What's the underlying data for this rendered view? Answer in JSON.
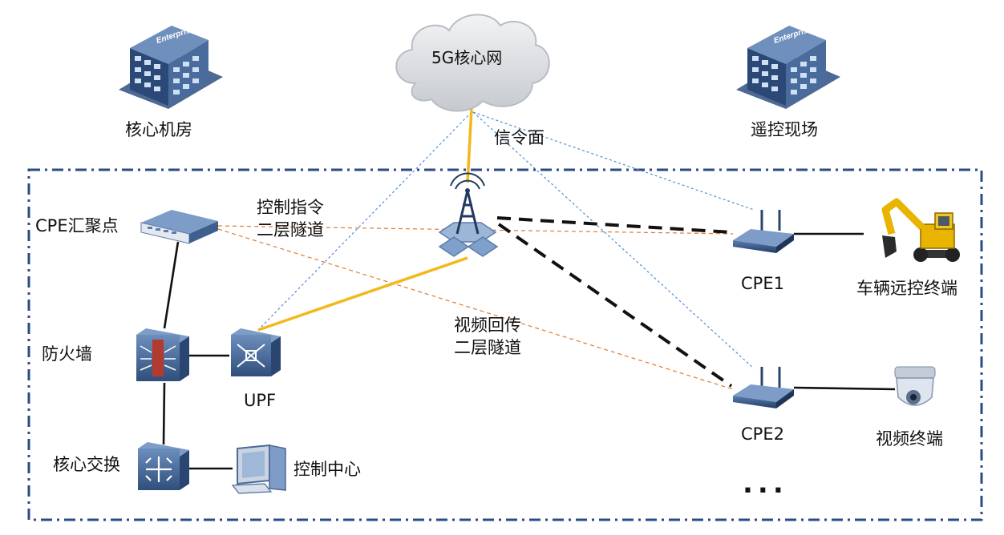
{
  "diagram": {
    "cloud_label": "5G核心网",
    "sites": {
      "core_room": "核心机房",
      "remote_site": "遥控现场"
    },
    "building_badge": "Enterprise",
    "link_labels": {
      "signaling_plane": "信令面",
      "control_tunnel": "控制指令\n二层隧道",
      "video_tunnel": "视频回传\n二层隧道"
    },
    "devices": {
      "cpe_aggregation": "CPE汇聚点",
      "firewall": "防火墙",
      "upf": "UPF",
      "core_switch": "核心交换",
      "control_center": "控制中心",
      "cpe1": "CPE1",
      "cpe2": "CPE2",
      "vehicle_terminal": "车辆远控终端",
      "video_terminal": "视频终端"
    },
    "more_indicator": "..."
  },
  "colors": {
    "frame": "#2b4a86",
    "signaling_blue": "#4f8fd6",
    "tunnel_orange": "#e07a2e",
    "n3_yellow": "#f2b81c",
    "radio_black": "#111111",
    "device_blue": "#3d5f8e",
    "cloud_gray": "#d3d6da"
  }
}
